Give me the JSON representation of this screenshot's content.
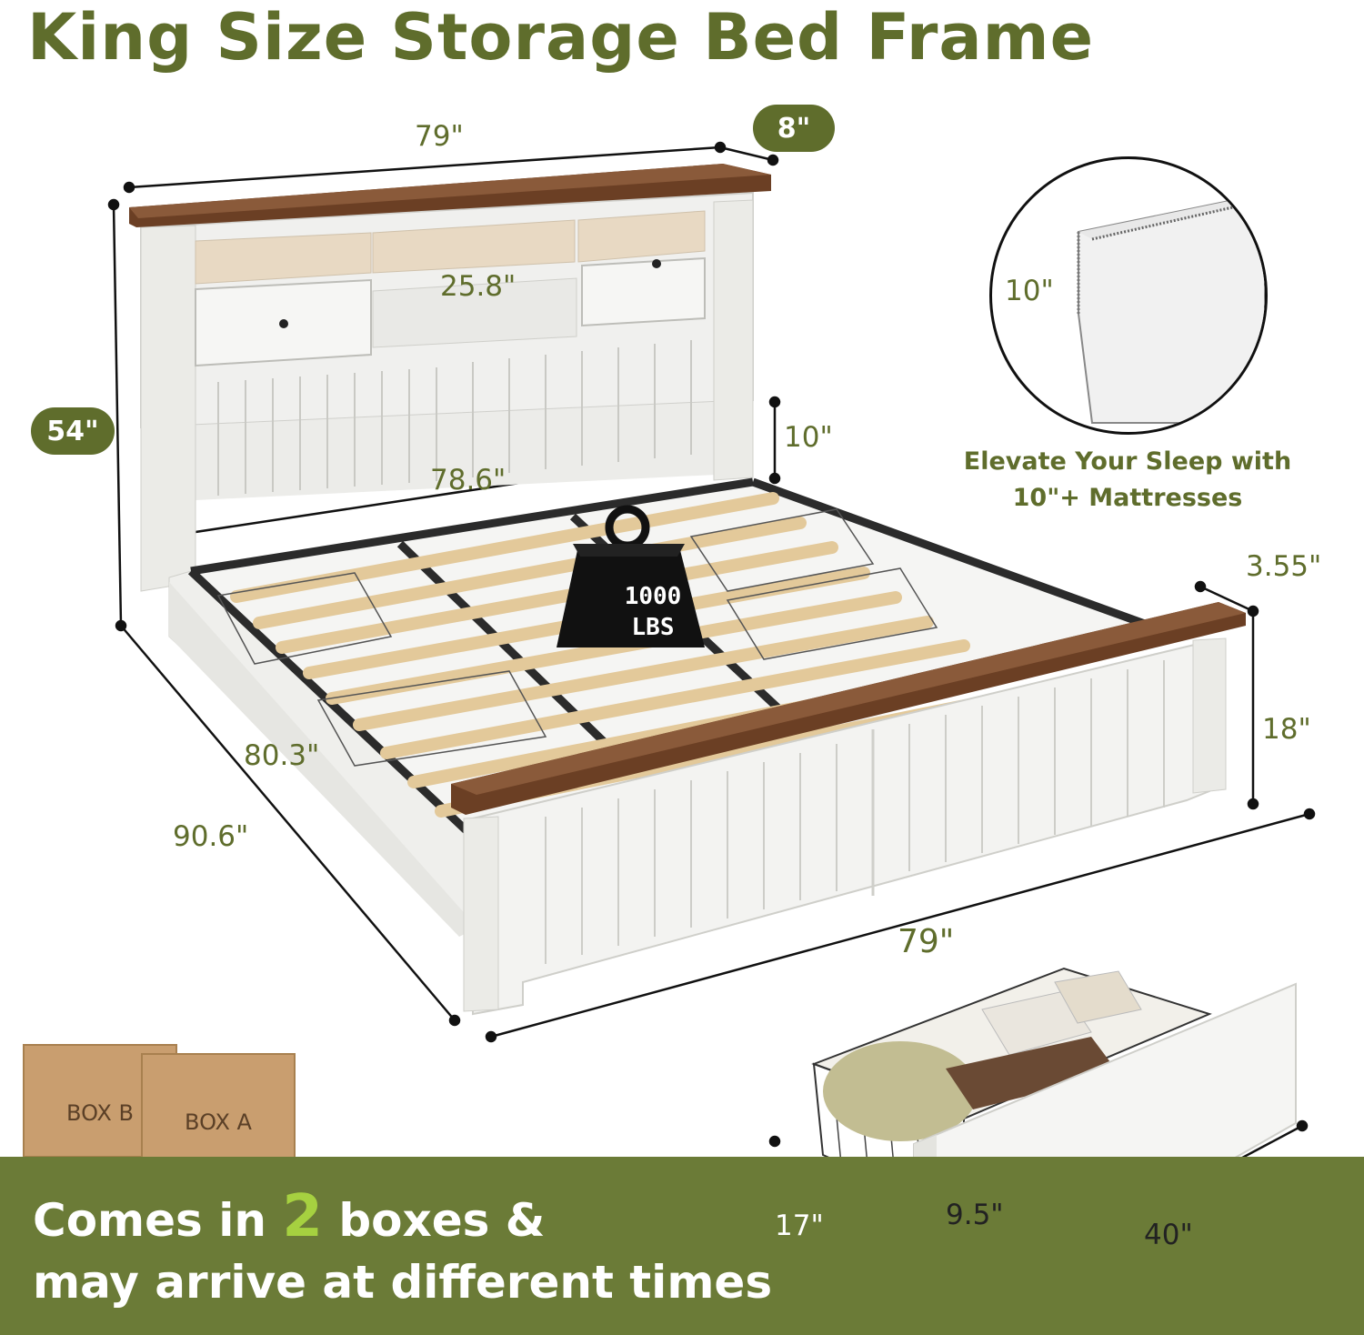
{
  "title": "King Size Storage Bed Frame",
  "dimensions": {
    "headboard_width": "79\"",
    "headboard_depth": "8\"",
    "total_height": "54\"",
    "shelf_width": "25.8\"",
    "clearance": "10\"",
    "inner_width": "78.6\"",
    "inner_length": "80.3\"",
    "total_length": "90.6\"",
    "footboard_width": "79\"",
    "footboard_top": "3.55\"",
    "footboard_height": "18\"",
    "mattress_height": "10\""
  },
  "weight_label_top": "1000",
  "weight_label_bottom": "LBS",
  "mattress_caption_line1": "Elevate Your Sleep with",
  "mattress_caption_line2": "10\"+ Mattresses",
  "boxes": [
    "BOX B",
    "BOX A"
  ],
  "banner": {
    "line1_pre": "Comes in ",
    "line1_num": "2",
    "line1_post": " boxes &",
    "line2": "may arrive at different times"
  },
  "drawer": {
    "height": "17\"",
    "front_height": "9.5\"",
    "length": "40\""
  },
  "colors": {
    "brand_green": "#5f6d2c",
    "banner_green": "#6b7b37",
    "highlight_green": "#a6d140",
    "wood_brown": "#6b3f24",
    "frame_white": "#f2f2f0"
  }
}
